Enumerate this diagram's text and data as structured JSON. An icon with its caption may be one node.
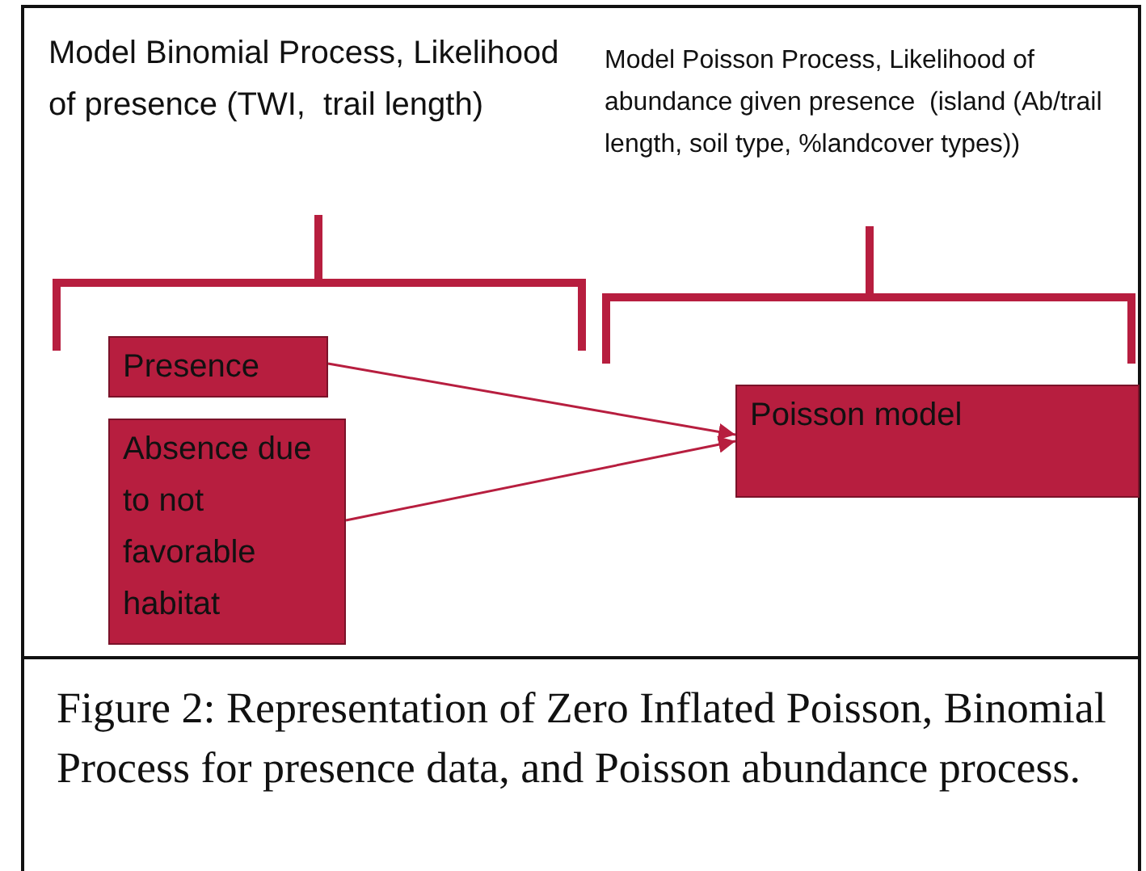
{
  "diagram": {
    "caption": "Figure 2: Representation of Zero Inflated Poisson, Binomial Process for presence data, and Poisson abundance process.",
    "nodes": [
      {
        "text": [
          "Presence"
        ]
      },
      {
        "text": [
          "Absence due to not favorable habitat"
        ]
      },
      {
        "text": [
          "Poisson model"
        ]
      }
    ],
    "edges": [
      {
        "from": 0,
        "to": 2,
        "arrow": "to"
      },
      {
        "from": 1,
        "to": 2,
        "arrow": "to"
      }
    ],
    "labels": [
      "Model Binomial Process, Likelihood of presence (TWI,  trail length)",
      "Model Poisson Process, Likelihood of abundance given presence  (island (Ab/trail length, soil type, %landcover types))"
    ]
  }
}
